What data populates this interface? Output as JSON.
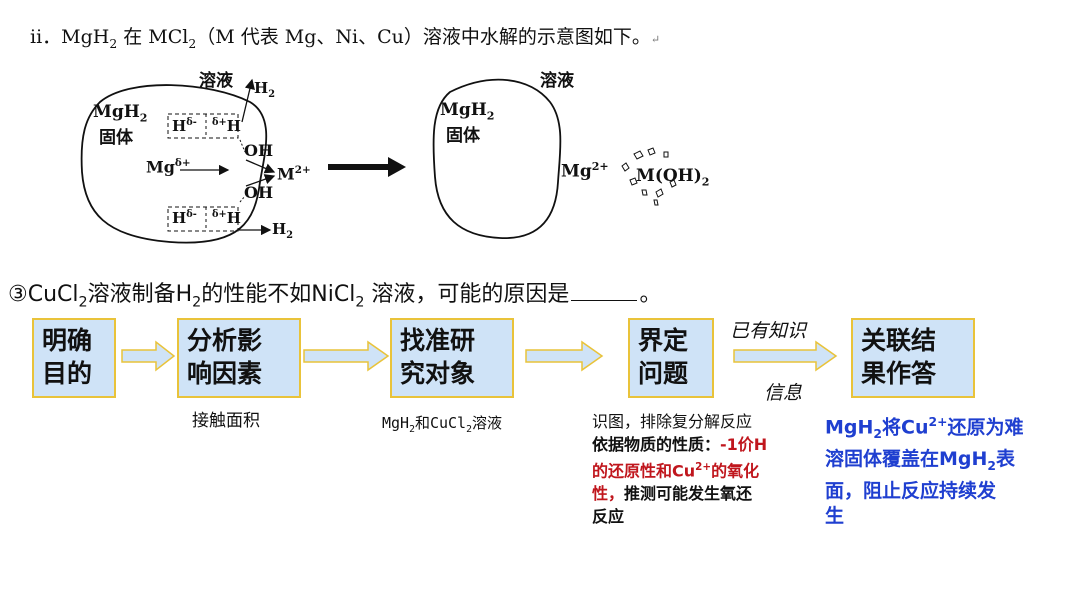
{
  "question_ii": {
    "prefix": "ii．MgH",
    "sub2": "2",
    "mid": " 在 MCl",
    "sub2b": "2",
    "rest": "（M 代表 Mg、Ni、Cu）溶液中水解的示意图如下。",
    "mark": "↵"
  },
  "diagram": {
    "left_solution": "溶液",
    "right_solution": "溶液",
    "solid_label_line1_main": "MgH",
    "solid_label_line1_sub": "2",
    "solid_label_line2": "固体",
    "h_delta": "H",
    "h_delta_sup": "δ-",
    "delta_h_prefix": "δ+",
    "delta_h": "H",
    "mg_left": "Mg",
    "mg_left_sup": "δ+",
    "oh": "OH",
    "m_ion": "M",
    "m_ion_sup": "2+",
    "h2": "H",
    "h2_sub": "2",
    "mg2": "Mg",
    "mg2_sup": "2+",
    "moh2": "M(OH)",
    "moh2_sub": "2"
  },
  "question3": {
    "circle": "③",
    "text_a": "CuCl",
    "sub_a": "2",
    "text_b": "溶液制备H",
    "sub_b": "2",
    "text_c": "的性能不如NiCl",
    "sub_c": "2",
    "text_d": " 溶液，可能的原因是",
    "end": "。"
  },
  "flow": {
    "steps": [
      {
        "line1": "明确",
        "line2": "目的"
      },
      {
        "line1": "分析影",
        "line2": "响因素"
      },
      {
        "line1": "找准研",
        "line2": "究对象"
      },
      {
        "line1": "界定",
        "line2": "问题"
      },
      {
        "line1": "关联结",
        "line2": "果作答"
      }
    ],
    "hand_top": "已有知识",
    "hand_bottom": "信息"
  },
  "notes": {
    "contact": "接触面积",
    "object_a": "MgH",
    "object_sub": "2",
    "object_b": "和CuCl",
    "object_sub2": "2",
    "object_c": "溶液",
    "problem_line1": "识图，排除复分解反应",
    "problem_line2": "依据物质的性质：",
    "problem_red1": "-1价H",
    "problem_red2": "的还原性和Cu",
    "problem_red2_sup": "2+",
    "problem_red3": "的氧化",
    "problem_red4": "性，",
    "problem_line3_rest": "推测可能发生氧还",
    "problem_line4": "反应",
    "answer_a": "MgH",
    "answer_sub": "2",
    "answer_b": "将Cu",
    "answer_sup": "2+",
    "answer_c": "还原为难",
    "answer_line2a": "溶固体覆盖在MgH",
    "answer_line2_sub": "2",
    "answer_line2b": "表",
    "answer_line3": "面，阻止反应持续发",
    "answer_line4": "生"
  }
}
